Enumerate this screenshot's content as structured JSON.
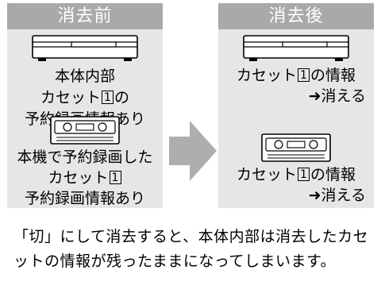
{
  "panels": {
    "before": {
      "title": "消去前",
      "device_label": "本体内部",
      "device_cassette_pre": "カセット",
      "device_cassette_num": "1",
      "device_cassette_post": "の",
      "device_info": "予約録画情報あり",
      "tape_line1": "本機で予約録画した",
      "tape_cassette": "カセット",
      "tape_cassette_num": "1",
      "tape_info": "予約録画情報あり"
    },
    "after": {
      "title": "消去後",
      "device_pre": "カセット",
      "device_num": "1",
      "device_post": "の情報",
      "device_result": "➜消える",
      "tape_pre": "カセット",
      "tape_num": "1",
      "tape_post": "の情報",
      "tape_result": "➜消える"
    }
  },
  "note": "「切」にして消去すると、本体内部は消去したカセットの情報が残ったままになってしまいます。",
  "icons": {
    "recorder": "vcr-deck-icon",
    "tape": "vhs-cassette-icon",
    "arrow": "right-arrow-icon"
  },
  "colors": {
    "panel_bg": "#e6e6e6",
    "header_bg": "#a9a9a9",
    "arrow": "#aeaeae"
  }
}
